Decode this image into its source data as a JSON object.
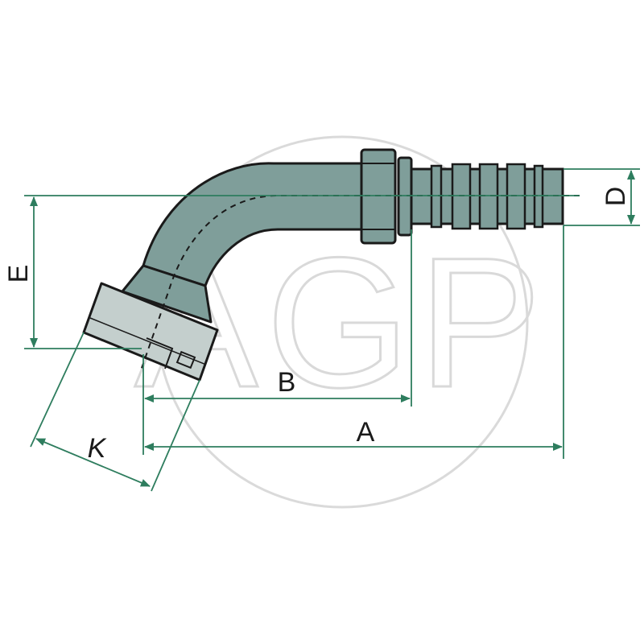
{
  "watermark": {
    "text": "AGP"
  },
  "dimensions": {
    "a": "A",
    "b": "B",
    "d": "D",
    "e": "E",
    "k": "K"
  },
  "colors": {
    "body": "#7f9e9a",
    "nut": "#c4cfcd",
    "outline": "#1a1a1a",
    "dimension": "#2e7d5e",
    "watermark": "#d9d9d9"
  }
}
